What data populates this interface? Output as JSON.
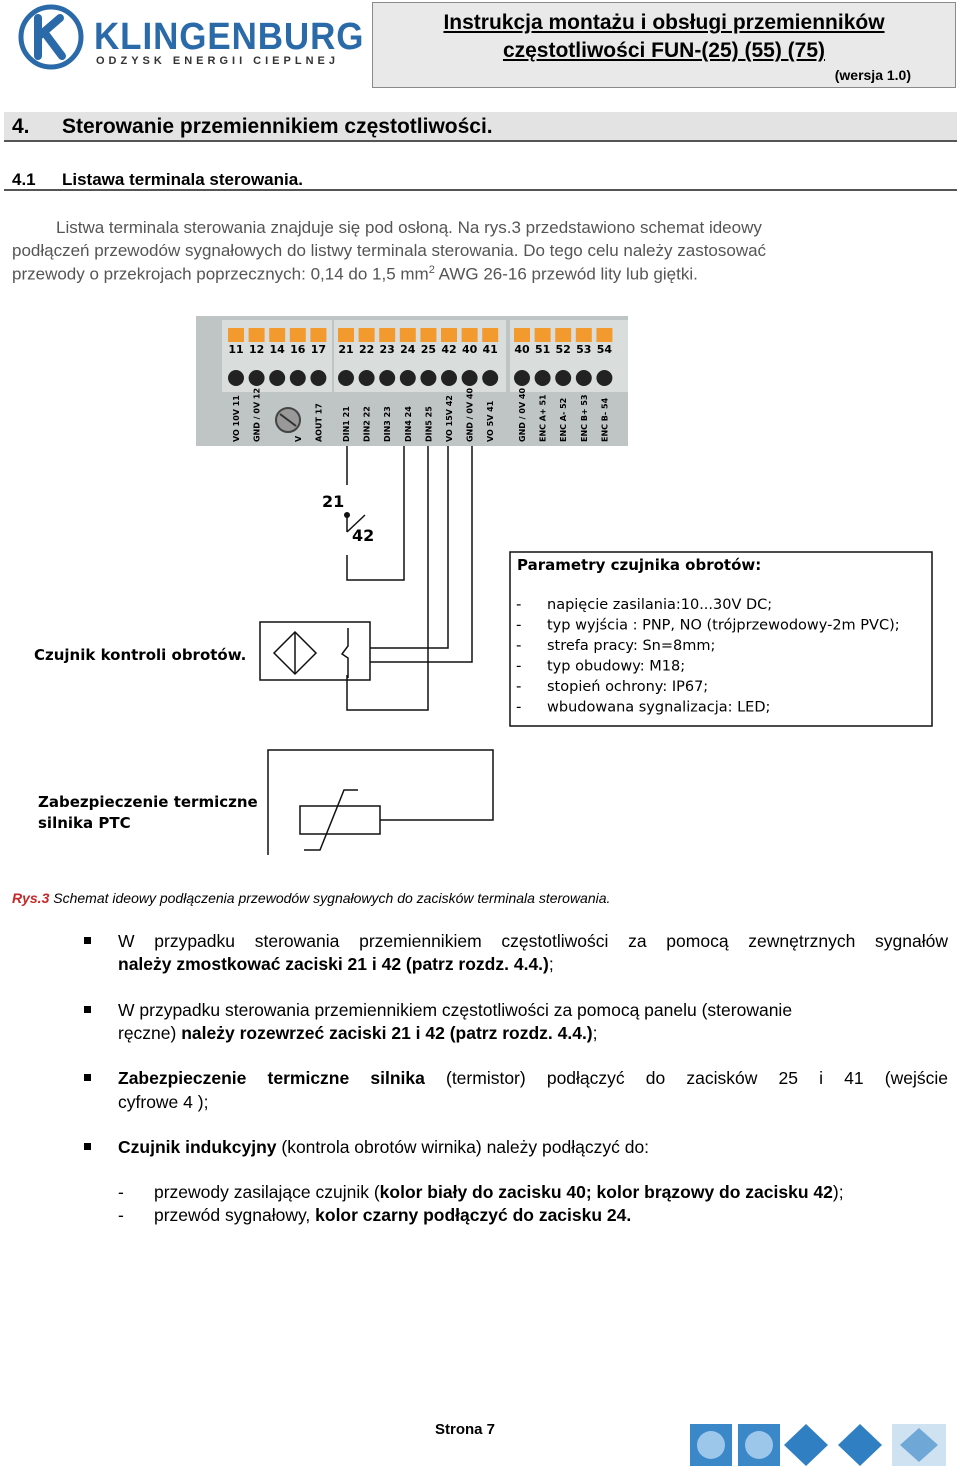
{
  "header": {
    "logo_name": "KLINGENBURG",
    "logo_tagline": "ODZYSK ENERGII CIEPLNEJ",
    "title_line1": "Instrukcja montażu i obsługi przemienników",
    "title_line2": "częstotliwości FUN-(25) (55) (75)",
    "version": "(wersja  1.0)"
  },
  "section": {
    "number": "4.",
    "title": "Sterowanie przemiennikiem częstotliwości."
  },
  "subsection": {
    "number": "4.1",
    "title": "Listawa terminala sterowania."
  },
  "intro": {
    "line1": "Listwa terminala sterowania znajduje się pod osłoną. Na rys.3 przedstawiono schemat ideowy",
    "line2": "podłączeń przewodów sygnałowych do listwy terminala sterowania. Do tego celu należy zastosować",
    "line3_a": "przewody o przekrojach poprzecznych: 0,14 do 1,5 mm",
    "line3_sup": "2",
    "line3_b": " AWG 26-16 przewód lity lub giętki."
  },
  "figure": {
    "terminals_group1": [
      "11",
      "12",
      "14",
      "16",
      "17"
    ],
    "terminals_group2": [
      "21",
      "22",
      "23",
      "24",
      "25",
      "42",
      "40",
      "41"
    ],
    "terminals_group3": [
      "40",
      "51",
      "52",
      "53",
      "54"
    ],
    "bottom_labels_group1": [
      "VO 10V 11",
      "GND / 0V 12",
      "",
      "V",
      "AOUT 17"
    ],
    "bottom_labels_group2": [
      "DIN1 21",
      "DIN2 22",
      "DIN3 23",
      "DIN4 24",
      "DIN5 25",
      "VO 15V 42",
      "GND / 0V 40",
      "VO 5V 41"
    ],
    "bottom_labels_group3": [
      "GND / 0V 40",
      "ENC A+ 51",
      "ENC A- 52",
      "ENC B+ 53",
      "ENC B- 54"
    ],
    "bridge_label_21": "21",
    "bridge_label_42": "42",
    "sensor_label": "Czujnik kontroli obrotów.",
    "ptc_label_line1": "Zabezpieczenie termiczne",
    "ptc_label_line2": "silnika PTC",
    "params_title": "Parametry czujnika obrotów:",
    "params": [
      "napięcie zasilania:10...30V DC;",
      "typ wyjścia : PNP, NO (trójprzewodowy-2m PVC);",
      "strefa pracy: Sn=8mm;",
      "typ obudowy: M18;",
      "stopień ochrony: IP67;",
      "wbudowana sygnalizacja: LED;"
    ],
    "caption_prefix": "Rys.3",
    "caption_text": " Schemat  ideowy podłączenia przewodów  sygnałowych do zacisków terminala sterowania."
  },
  "bullets": {
    "b1_line1": "W przypadku sterowania przemiennikiem częstotliwości za pomocą zewnętrznych sygnałów",
    "b1_line2_bold": "należy zmostkować  zaciski 21 i 42 (patrz rozdz. 4.4.)",
    "b1_line2_end": ";",
    "b2_line1": "W przypadku sterowania przemiennikiem częstotliwości za pomocą panelu (sterowanie",
    "b2_line2_a": "ręczne) ",
    "b2_line2_bold": "należy rozewrzeć zaciski 21 i 42 (patrz rozdz. 4.4.)",
    "b2_line2_end": ";",
    "b3_bold": "Zabezpieczenie termiczne silnika",
    "b3_rest": " (termistor) podłączyć do zacisków 25 i 41 (wejście",
    "b3_line2": "cyfrowe 4 );",
    "b4_bold": "Czujnik indukcyjny",
    "b4_rest": " (kontrola obrotów wirnika) należy podłączyć do:",
    "dash": "-",
    "d1_a": "przewody zasilające czujnik (",
    "d1_bold": "kolor biały do zacisku 40; kolor brązowy do zacisku 42",
    "d1_end": ");",
    "d2_a": "przewód sygnałowy, ",
    "d2_bold": "kolor czarny podłączyć do zacisku 24."
  },
  "footer": {
    "page": "Strona 7"
  }
}
